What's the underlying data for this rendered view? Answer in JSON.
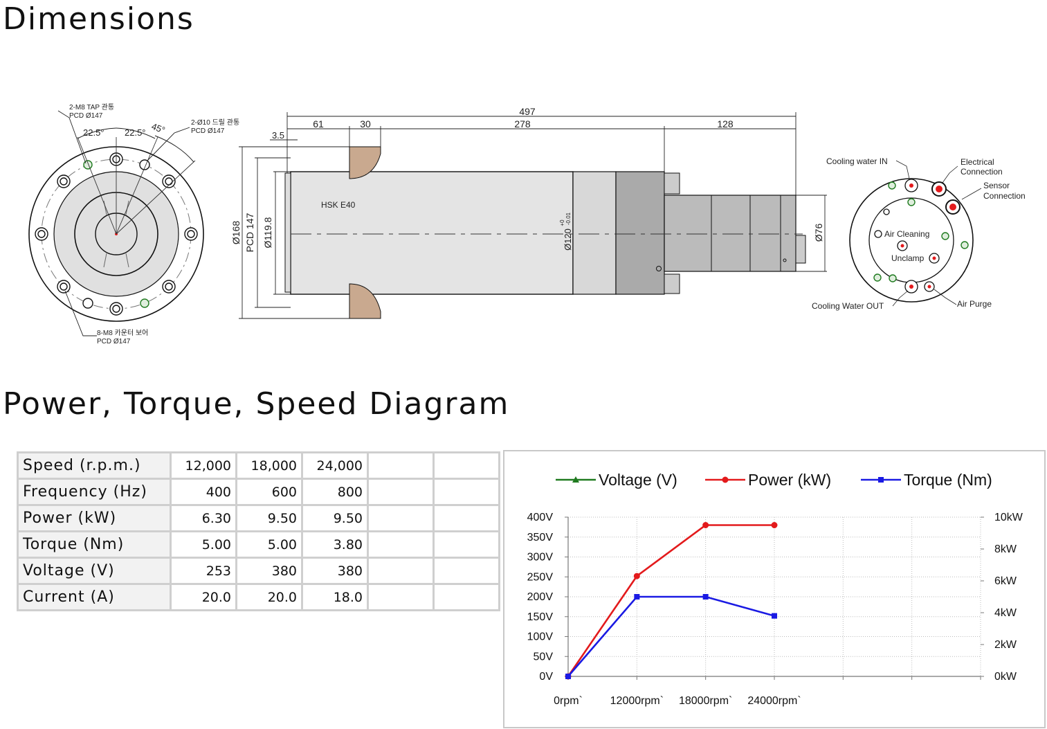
{
  "titles": {
    "dimensions": "Dimensions",
    "diagram": "Power, Torque, Speed Diagram"
  },
  "drawing": {
    "front": {
      "tap": "2-M8 TAP 관통",
      "tap_pcd": "PCD Ø147",
      "drill": "2-Ø10 드릴 관통",
      "drill_pcd": "PCD Ø147",
      "counter": "8-M8 카운터 보어",
      "counter_pcd": "PCD Ø147",
      "angle_a": "22.5°",
      "angle_b": "22.5°",
      "angle_c": "45°"
    },
    "side": {
      "total": "497",
      "d61": "61",
      "d30": "30",
      "d278": "278",
      "d128": "128",
      "d35": "3.5",
      "dia168": "Ø168",
      "pcd147": "PCD 147",
      "dia1198": "Ø119.8",
      "dia120": "Ø120",
      "tol_upper": "+0",
      "tol_lower": "-0.01",
      "dia76": "Ø76",
      "hsk": "HSK  E40"
    },
    "rear": {
      "cooling_in": "Cooling water IN",
      "electrical_1": "Electrical",
      "electrical_2": "Connection",
      "sensor_1": "Sensor",
      "sensor_2": "Connection",
      "air_cleaning": "Air Cleaning",
      "unclamp": "Unclamp",
      "cooling_out": "Cooling Water OUT",
      "air_purge": "Air Purge"
    }
  },
  "table": {
    "rows": [
      {
        "label": "Speed (r.p.m.)",
        "values": [
          "12,000",
          "18,000",
          "24,000",
          "",
          ""
        ]
      },
      {
        "label": "Frequency (Hz)",
        "values": [
          "400",
          "600",
          "800",
          "",
          ""
        ]
      },
      {
        "label": "Power (kW)",
        "values": [
          "6.30",
          "9.50",
          "9.50",
          "",
          ""
        ]
      },
      {
        "label": "Torque (Nm)",
        "values": [
          "5.00",
          "5.00",
          "3.80",
          "",
          ""
        ]
      },
      {
        "label": "Voltage (V)",
        "values": [
          "253",
          "380",
          "380",
          "",
          ""
        ]
      },
      {
        "label": "Current (A)",
        "values": [
          "20.0",
          "20.0",
          "18.0",
          "",
          ""
        ]
      }
    ]
  },
  "chart_data": {
    "type": "line",
    "categories": [
      "0rpm`",
      "12000rpm`",
      "18000rpm`",
      "24000rpm`"
    ],
    "legend_position": "top",
    "grid": true,
    "y_left": {
      "ticks": [
        "0V",
        "50V",
        "100V",
        "150V",
        "200V",
        "250V",
        "300V",
        "350V",
        "400V"
      ],
      "range": [
        0,
        400
      ]
    },
    "y_right": {
      "ticks": [
        "0kW",
        "2kW",
        "4kW",
        "6kW",
        "8kW",
        "10kW"
      ],
      "range": [
        0,
        10
      ]
    },
    "series": [
      {
        "name": "Voltage (V)",
        "color": "#1f7a1f",
        "marker": "triangle",
        "axis": "left",
        "values": [
          null,
          null,
          null,
          null
        ]
      },
      {
        "name": "Power (kW)",
        "color": "#e31a1c",
        "marker": "circle",
        "axis": "right",
        "values": [
          0,
          6.3,
          9.5,
          9.5
        ]
      },
      {
        "name": "Torque (Nm)",
        "color": "#1a1ae3",
        "marker": "square",
        "axis": "left",
        "values": [
          0,
          200,
          200,
          152
        ]
      }
    ]
  }
}
